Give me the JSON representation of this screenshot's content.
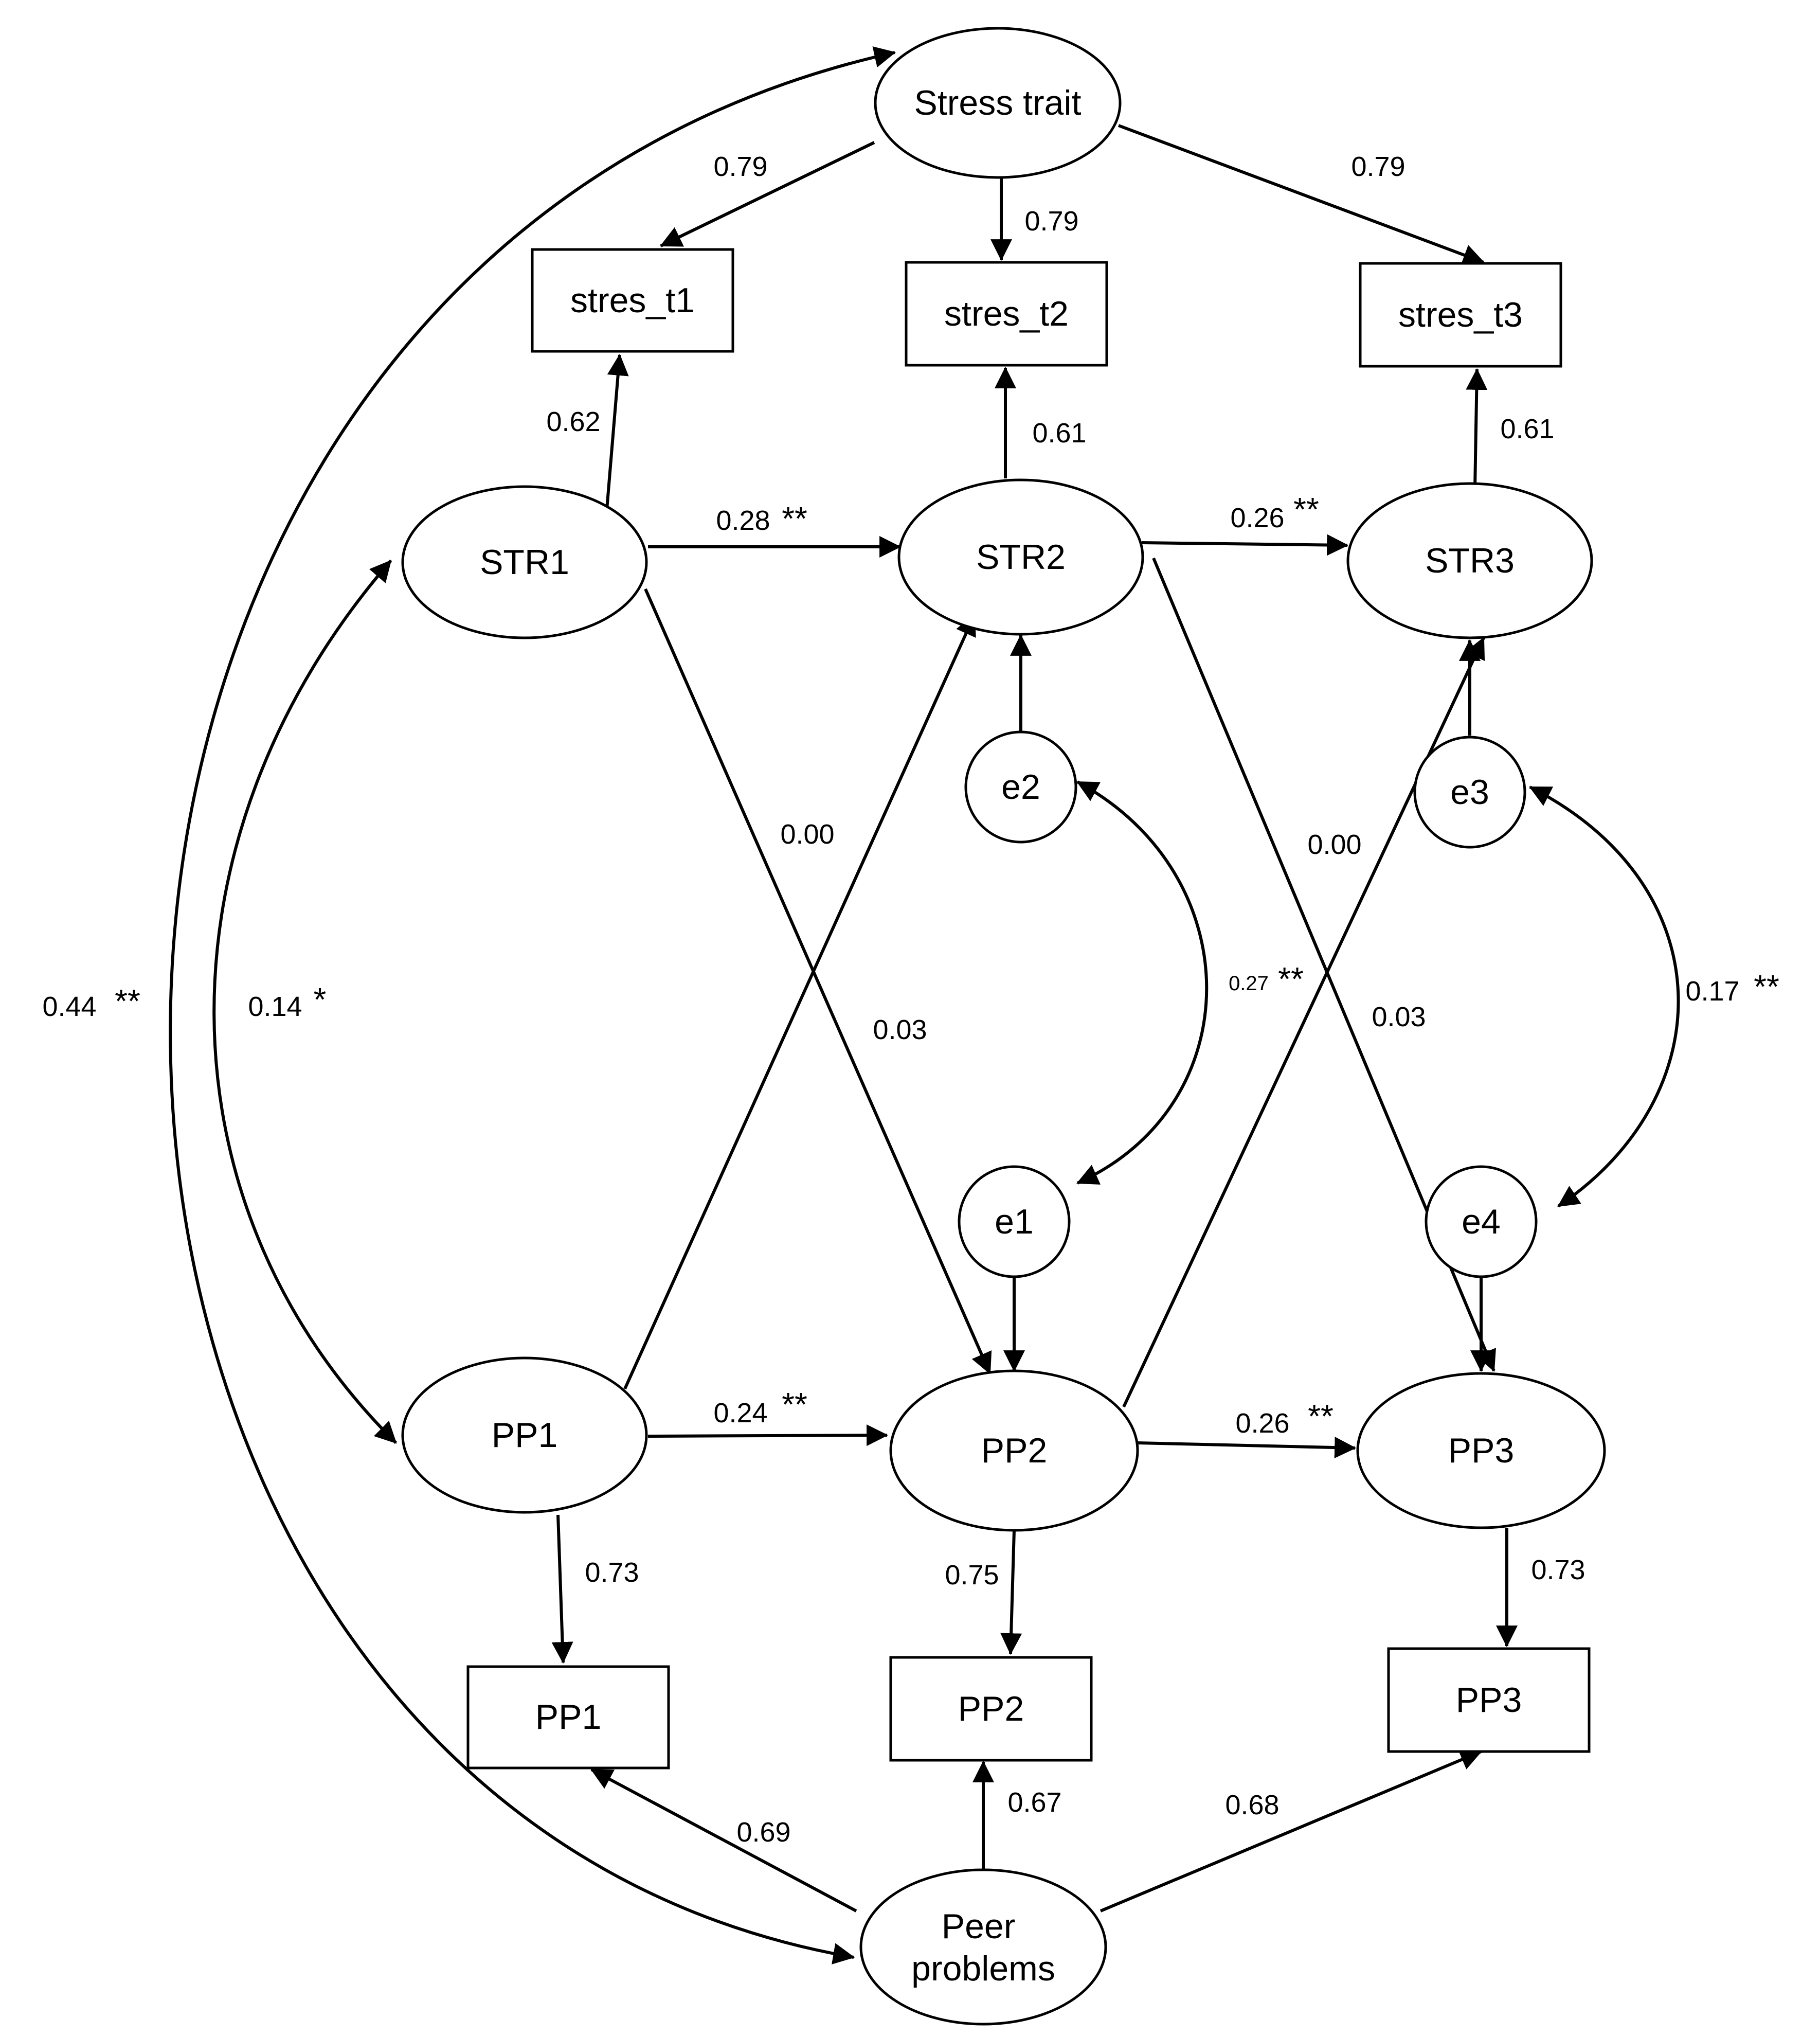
{
  "nodes": {
    "stress_trait": "Stress trait",
    "stres_t1": "stres_t1",
    "stres_t2": "stres_t2",
    "stres_t3": "stres_t3",
    "str1": "STR1",
    "str2": "STR2",
    "str3": "STR3",
    "e1": "e1",
    "e2": "e2",
    "e3": "e3",
    "e4": "e4",
    "pp1_latent": "PP1",
    "pp2_latent": "PP2",
    "pp3_latent": "PP3",
    "pp1_obs": "PP1",
    "pp2_obs": "PP2",
    "pp3_obs": "PP3",
    "peer_problems_line1": "Peer",
    "peer_problems_line2": "problems"
  },
  "edges": {
    "trait_t1": "0.79",
    "trait_t2": "0.79",
    "trait_t3": "0.79",
    "str1_t1": "0.62",
    "str2_t2": "0.61",
    "str3_t3": "0.61",
    "str1_str2": "0.28",
    "str1_str2_sig": "**",
    "str2_str3": "0.26",
    "str2_str3_sig": "**",
    "str1_pp2": "0.00",
    "pp1_str2": "0.03",
    "str2_pp3": "0.00",
    "pp2_str3": "0.03",
    "e1_e2": "0.27",
    "e1_e2_sig": "**",
    "e3_e4": "0.17",
    "e3_e4_sig": "**",
    "str1_pp1": "0.14",
    "str1_pp1_sig": "*",
    "trait_peer": "0.44",
    "trait_peer_sig": "**",
    "pp1_pp2": "0.24",
    "pp1_pp2_sig": "**",
    "pp2_pp3": "0.26",
    "pp2_pp3_sig": "**",
    "pp1_obs1": "0.73",
    "pp2_obs2": "0.75",
    "pp3_obs3": "0.73",
    "peer_obs1": "0.69",
    "peer_obs2": "0.67",
    "peer_obs3": "0.68"
  }
}
